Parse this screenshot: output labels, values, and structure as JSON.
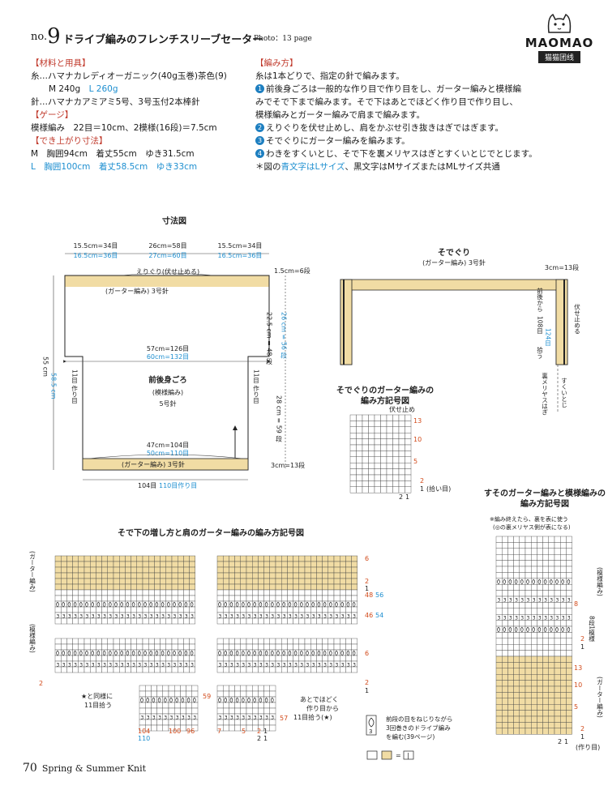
{
  "header": {
    "no_label": "no.",
    "no_number": "9",
    "title": "ドライブ編みのフレンチスリーブセーター",
    "photo": "Photo：13 page",
    "logo_text": "MAOMAO",
    "logo_sub": "猫猫团线"
  },
  "materials": {
    "heading": "【材料と用具】",
    "yarn": "糸…ハマナカレディオーガニック(40g玉巻)茶色(9)",
    "yarn_m": "M 240g",
    "yarn_l": "L 260g",
    "needles": "針…ハマナカアミアミ5号、3号玉付2本棒針",
    "gauge_heading": "【ゲージ】",
    "gauge": "模様編み　22目＝10cm、2模様(16段)＝7.5cm",
    "size_heading": "【でき上がり寸法】",
    "size_m": "M　胸囲94cm　着丈55cm　ゆき31.5cm",
    "size_l": "L　胸囲100cm　着丈58.5cm　ゆき33cm"
  },
  "method": {
    "heading": "【編み方】",
    "intro": "糸は1本どりで、指定の針で編みます。",
    "steps": [
      {
        "n": "1",
        "text": "前後身ごろは一般的な作り目で作り目をし、ガーター編みと模様編"
      },
      {
        "n": "",
        "text": "みでそで下まで編みます。そで下はあとでほどく作り目で作り目し、"
      },
      {
        "n": "",
        "text": "模様編みとガーター編みで肩まで編みます。"
      },
      {
        "n": "2",
        "text": "えりぐりを伏せ止めし、肩をかぶせ引き抜きはぎではぎます。"
      },
      {
        "n": "3",
        "text": "そでぐりにガーター編みを編みます。"
      },
      {
        "n": "4",
        "text": "わきをすくいとじ、そで下を裏メリヤスはぎとすくいとじでとじます。"
      }
    ],
    "note_pre": "＊図の",
    "note_blue": "青文字はLサイズ",
    "note_post": "、黒文字はMサイズまたはMLサイズ共通"
  },
  "body_diagram": {
    "title": "寸法図",
    "top_left_m": "15.5cm=34目",
    "top_left_l": "16.5cm=36目",
    "top_mid_m": "26cm=58目",
    "top_mid_l": "27cm=60目",
    "top_right_m": "15.5cm=34目",
    "top_right_l": "16.5cm=36目",
    "neck": "えりぐり(伏せ止める)",
    "shoulder_rows": "1.5cm=6段",
    "garter_top": "(ガーター編み) 3号針",
    "upper_m": "22.5 cm = 48 段",
    "upper_l": "26 cm = 56 段",
    "width_m": "57cm=126目",
    "width_l": "60cm=132目",
    "left_side": "11目 作り目",
    "right_side": "11目 作り目",
    "total_h_m": "55 cm",
    "total_h_l": "58.5 cm",
    "piece_name": "前後身ごろ",
    "piece_pattern": "(模様編み)",
    "piece_needle": "5号針",
    "lower": "28 cm = 59 段",
    "bottom_m": "47cm=104目",
    "bottom_l": "50cm=110目",
    "garter_bottom": "(ガーター編み) 3号針",
    "hem_rows": "3cm=13段",
    "cast_on_m": "104目",
    "cast_on_l": "110目作り目"
  },
  "sleeve_diagram": {
    "title": "そでぐり",
    "sub": "(ガーター編み) 3号針",
    "width": "3cm=13段",
    "pick_pre": "前後から",
    "pick_m": "108目",
    "pick_l": "124目",
    "pick_post": "拾う",
    "bind_off": "伏せ止める",
    "seam1": "すくいとじ",
    "seam2": "裏メリヤスはぎ"
  },
  "sleeve_chart": {
    "title1": "そでぐりのガーター編みの",
    "title2": "編み方記号図",
    "bind_off": "伏せ止め",
    "row13": "13",
    "row10": "10",
    "row5": "5",
    "row2": "2",
    "row1": "1",
    "pickup": "(拾い目)",
    "col2": "2",
    "col1": "1"
  },
  "main_chart": {
    "title": "そで下の増し方と肩のガーター編みの編み方記号図",
    "garter_label": "(ガーター編み)",
    "pattern_label": "(模様編み)",
    "star_note1": "★と同様に",
    "star_note2": "11目拾う",
    "later_note1": "あとでほどく",
    "later_note2": "作り目から",
    "later_note3": "11目拾う(★)",
    "r6a": "6",
    "r2a": "2",
    "r1a": "1",
    "r48": "48",
    "r56": "56",
    "r46": "46",
    "r54": "54",
    "r6b": "6",
    "r2b": "2",
    "r1b": "1",
    "r2c": "2",
    "r59": "59",
    "r57": "57",
    "c104": "104",
    "c110": "110",
    "c100": "100",
    "c96": "96",
    "c7": "7",
    "c5": "5",
    "c2": "2",
    "c1": "1",
    "c2r": "2",
    "c1r": "1",
    "legend1": "前段の目をねじりながら",
    "legend2": "3回巻きのドライブ編み",
    "legend3": "を編む(39ページ)",
    "legend_num": "3",
    "legend_eq": "=",
    "legend_bar": "|"
  },
  "hem_chart": {
    "title1": "すそのガーター編みと模様編みの",
    "title2": "編み方記号図",
    "note1": "※編み終えたら、裏を表に使う",
    "note2": "(◎の裏メリヤス側が表になる)",
    "pattern_label": "(模様編み)",
    "garter_label": "(ガーター編み)",
    "rep_label": "8段1模様",
    "r8": "8",
    "r2a": "2",
    "r1a": "1",
    "r13": "13",
    "r10": "10",
    "r5": "5",
    "r2b": "2",
    "r1b": "1",
    "cast_on": "(作り目)",
    "c2": "2",
    "c1": "1"
  },
  "footer": {
    "page": "70",
    "text": "Spring & Summer Knit"
  },
  "colors": {
    "accent_red": "#c0392b",
    "size_blue": "#1e8fd0",
    "garter_fill": "#f1dca4",
    "row_orange": "#d24a1a"
  }
}
